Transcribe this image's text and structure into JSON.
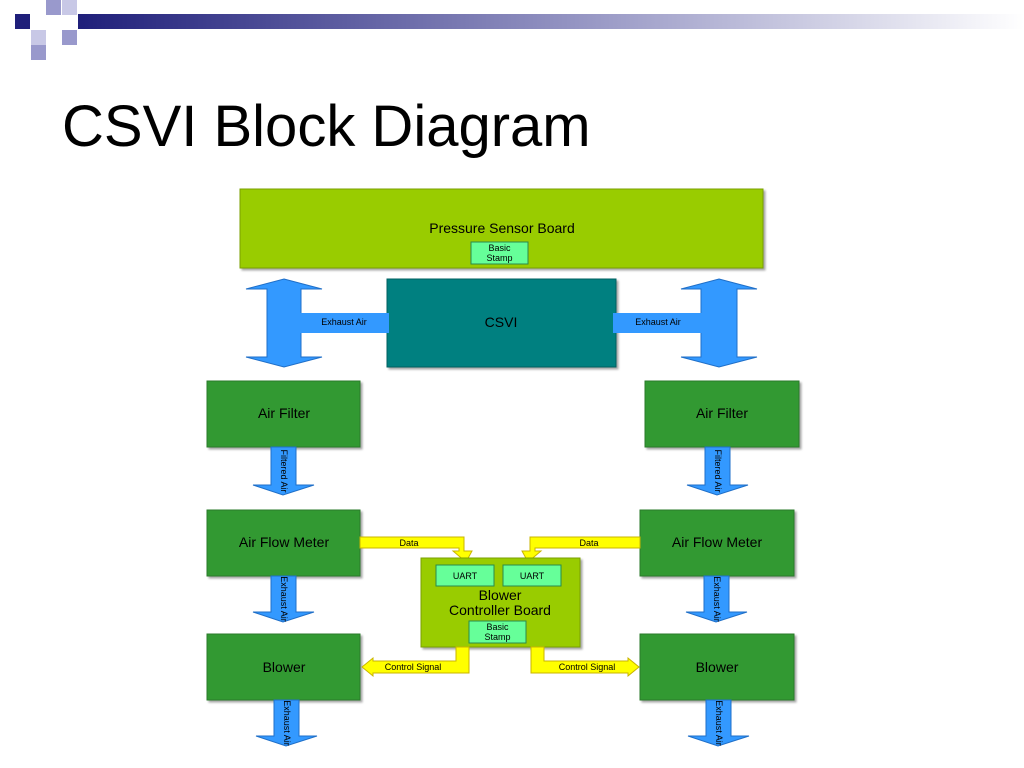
{
  "slide": {
    "title": "CSVI Block Diagram"
  },
  "diagram": {
    "pressure_sensor_board": {
      "label": "Pressure Sensor Board",
      "chip": [
        "Basic",
        "Stamp"
      ]
    },
    "csvi": {
      "label": "CSVI"
    },
    "exhaust_air_left": "Exhaust Air",
    "exhaust_air_right": "Exhaust Air",
    "air_filter_left": "Air Filter",
    "air_filter_right": "Air Filter",
    "filtered_air_left": "Filtered Air",
    "filtered_air_right": "Filtered Air",
    "air_flow_meter_left": "Air Flow Meter",
    "air_flow_meter_right": "Air Flow Meter",
    "data_left": "Data",
    "data_right": "Data",
    "blower_controller_board": {
      "label": [
        "Blower",
        "Controller Board"
      ],
      "uart_left": "UART",
      "uart_right": "UART",
      "chip": [
        "Basic",
        "Stamp"
      ]
    },
    "exhaust_air_mid_left": "Exhaust Air",
    "exhaust_air_mid_right": "Exhaust Air",
    "blower_left": "Blower",
    "blower_right": "Blower",
    "control_signal_left": "Control Signal",
    "control_signal_right": "Control Signal",
    "exhaust_air_bottom_left": "Exhaust Air",
    "exhaust_air_bottom_right": "Exhaust Air"
  },
  "colors": {
    "navy": "#1f1f7a",
    "lavender": "#9999cc",
    "lime": "#99cc00",
    "teal": "#008080",
    "green": "#339933",
    "chip": "#66ff99",
    "blue_arrow": "#3399ff",
    "yellow_arrow": "#ffff00"
  }
}
